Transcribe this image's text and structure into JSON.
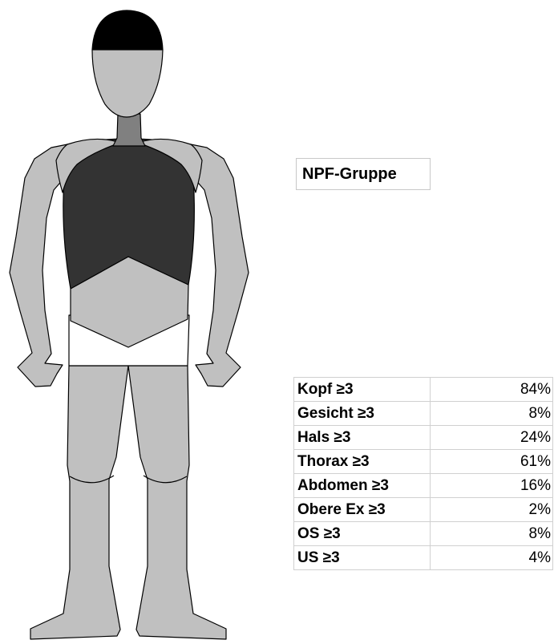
{
  "group_label": "NPF-Gruppe",
  "colors": {
    "skin": "#c0c0c0",
    "neck": "#808080",
    "head_injury": "#000000",
    "thorax_injury": "#333333",
    "pelvis_area": "#ffffff",
    "outline": "#000000"
  },
  "injury_table": [
    {
      "region": "Kopf ≥3",
      "percent": "84%"
    },
    {
      "region": "Gesicht ≥3",
      "percent": "8%"
    },
    {
      "region": "Hals ≥3",
      "percent": "24%"
    },
    {
      "region": "Thorax ≥3",
      "percent": "61%"
    },
    {
      "region": "Abdomen ≥3",
      "percent": "16%"
    },
    {
      "region": "Obere Ex ≥3",
      "percent": "2%"
    },
    {
      "region": "OS ≥3",
      "percent": "8%"
    },
    {
      "region": "US ≥3",
      "percent": "4%"
    }
  ]
}
